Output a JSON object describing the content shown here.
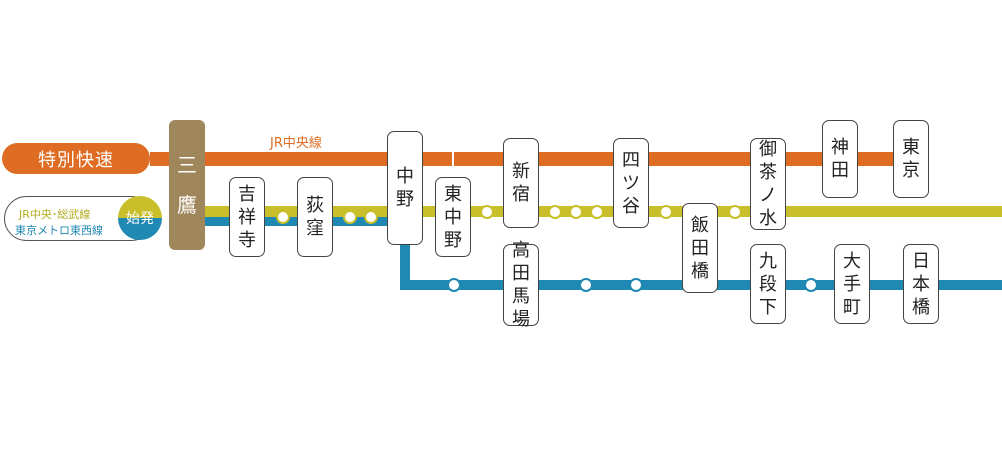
{
  "legend": {
    "rapid_label": "特別快速",
    "local_line1": "JR中央･総武線",
    "local_line2": "東京メトロ東西線",
    "start_badge": "始発",
    "chuo_line_label": "JR中央線"
  },
  "colors": {
    "chuo_rapid": "#de6d23",
    "chuo_sobu": "#c8bf2a",
    "tozai": "#1f88b3",
    "origin": "#a0865b"
  },
  "origin": [
    "三",
    "鷹"
  ],
  "stations": {
    "kichijoji": [
      "吉",
      "祥",
      "寺"
    ],
    "ogikubo": [
      "荻",
      "窪"
    ],
    "nakano": [
      "中",
      "野"
    ],
    "higashinakano": [
      "東",
      "中",
      "野"
    ],
    "shinjuku": [
      "新",
      "宿"
    ],
    "takadanobaba": [
      "高",
      "田",
      "馬",
      "場"
    ],
    "yotsuya": [
      "四",
      "ツ",
      "谷"
    ],
    "iidabashi": [
      "飯",
      "田",
      "橋"
    ],
    "ochanomizu": [
      "御",
      "茶",
      "ノ",
      "水"
    ],
    "kudanshita": [
      "九",
      "段",
      "下"
    ],
    "kanda": [
      "神",
      "田"
    ],
    "otemachi": [
      "大",
      "手",
      "町"
    ],
    "tokyo": [
      "東",
      "京"
    ],
    "nihombashi": [
      "日",
      "本",
      "橋"
    ]
  }
}
